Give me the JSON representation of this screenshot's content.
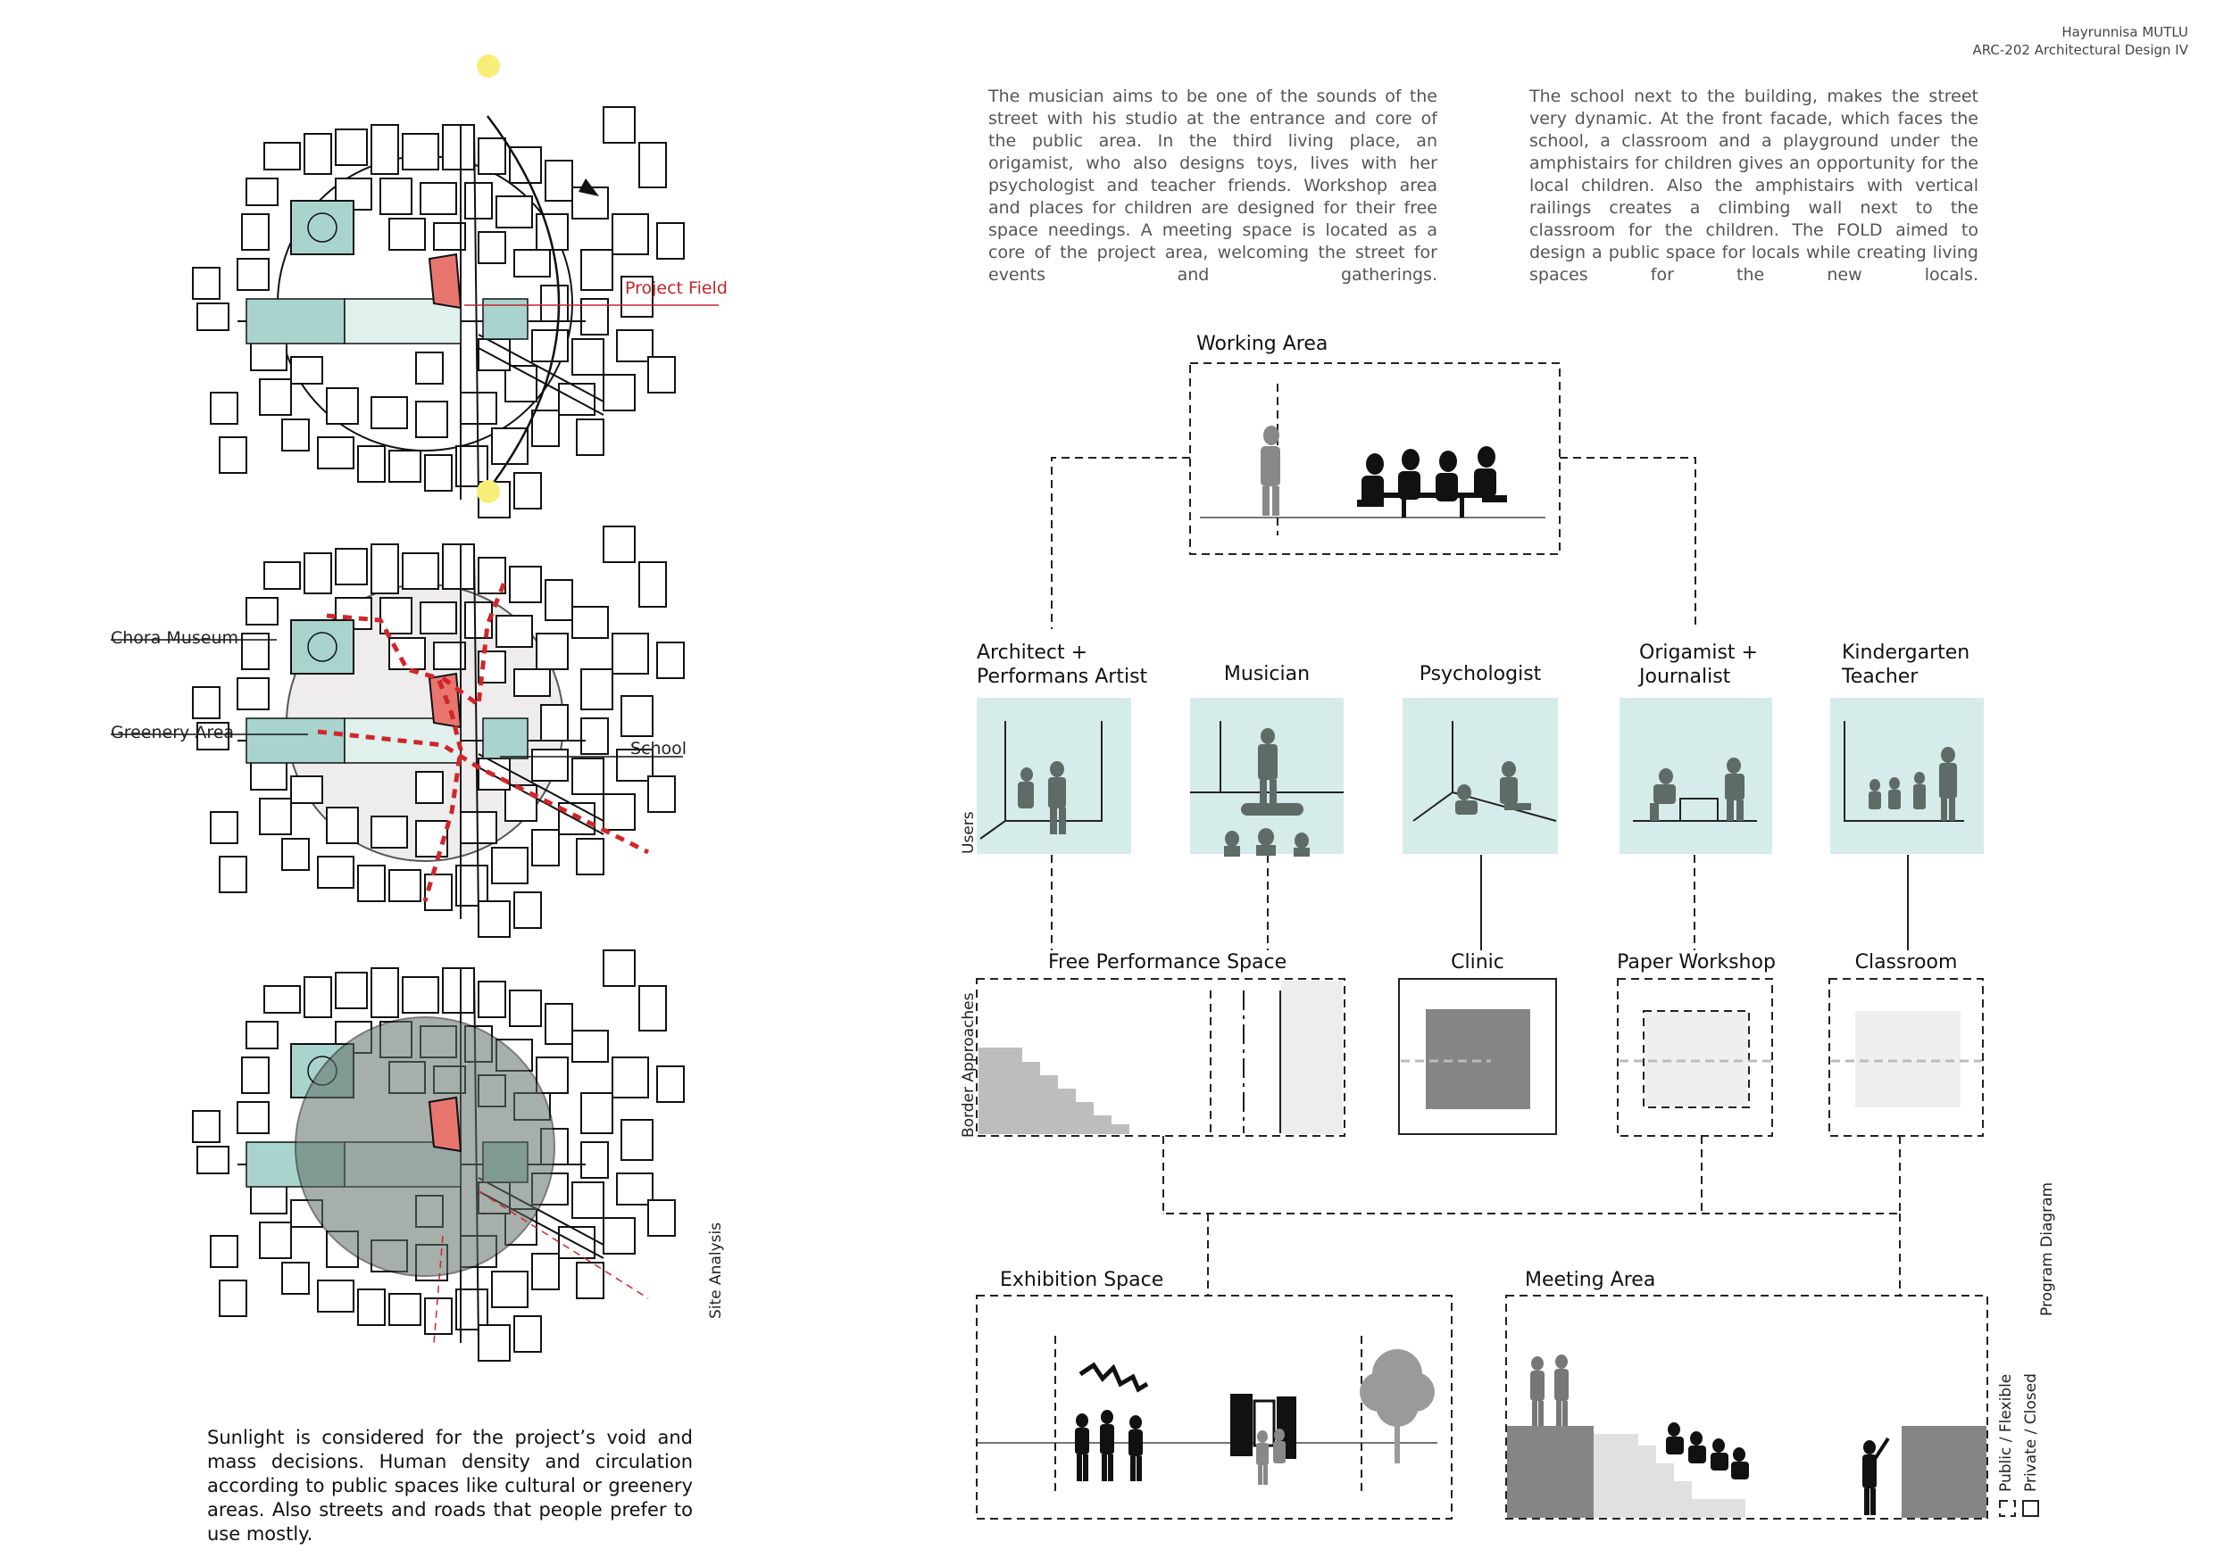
{
  "author": {
    "name": "Hayrunnisa MUTLU",
    "course": "ARC-202 Architectural Design IV"
  },
  "intro": {
    "left": "The musician aims to be one of the sounds of the street with his studio at the entrance and core of the public area. In the third living place, an origamist,  who also designs toys, lives with her psychologist and teacher friends. Workshop area and places for children are designed for their free space needings. A meeting space is located as a core of the project area, welcoming the street for events and gatherings.",
    "right": "The school next to the building, makes the street very dynamic. At the front facade, which faces the school, a classroom and a playground under the amphistairs for children gives an opportunity for the local children. Also the amphistairs with vertical railings creates a climbing wall next to the classroom for the children. The FOLD aimed to design a public space for locals while creating living spaces for the new locals."
  },
  "site": {
    "project_field": "Project Field",
    "chora_museum": "Chora Museum",
    "greenery_area": "Greenery Area",
    "school": "School",
    "section_title": "Site Analysis",
    "description": "Sunlight is considered for the project’s void and mass decisions. Human density and circulation according to public spaces like cultural or greenery areas. Also streets and roads that people prefer to use mostly."
  },
  "program": {
    "working_area": "Working Area",
    "users_label": "Users",
    "border_label": "Border Approaches",
    "section_title": "Program Diagram",
    "users": [
      {
        "line1": "Architect +",
        "line2": "Performans Artist"
      },
      {
        "line1": "Musician",
        "line2": ""
      },
      {
        "line1": "Psychologist",
        "line2": ""
      },
      {
        "line1": "Origamist +",
        "line2": "Journalist"
      },
      {
        "line1": "Kindergarten",
        "line2": "Teacher"
      }
    ],
    "spaces": {
      "free_performance": "Free Performance Space",
      "clinic": "Clinic",
      "paper_workshop": "Paper Workshop",
      "classroom": "Classroom",
      "exhibition": "Exhibition Space",
      "meeting": "Meeting Area"
    },
    "legend": {
      "public": "Public / Flexible",
      "private": "Private / Closed"
    }
  },
  "colors": {
    "project_red": "#e8766f",
    "museum_teal": "#a9d4cd",
    "user_panel": "#d6ecea",
    "sun_yellow": "#f7ee7a",
    "circulation_red": "#d0262b"
  }
}
